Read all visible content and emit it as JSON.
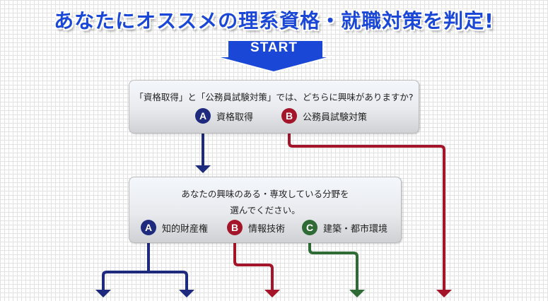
{
  "title": "あなたにオススメの理系資格・就職対策を判定!",
  "start_label": "START",
  "colors": {
    "title": "#1a47d6",
    "a": "#1e2a7e",
    "b": "#a4152a",
    "c": "#2e6b35"
  },
  "q1": {
    "text": "「資格取得」と「公務員試験対策」では、どちらに興味がありますか?",
    "options": [
      {
        "letter": "A",
        "label": "資格取得"
      },
      {
        "letter": "B",
        "label": "公務員試験対策"
      }
    ]
  },
  "q2": {
    "line1": "あなたの興味のある・専攻している分野を",
    "line2": "選んでください。",
    "options": [
      {
        "letter": "A",
        "label": "知的財産権"
      },
      {
        "letter": "B",
        "label": "情報技術"
      },
      {
        "letter": "C",
        "label": "建築・都市環境"
      }
    ]
  }
}
